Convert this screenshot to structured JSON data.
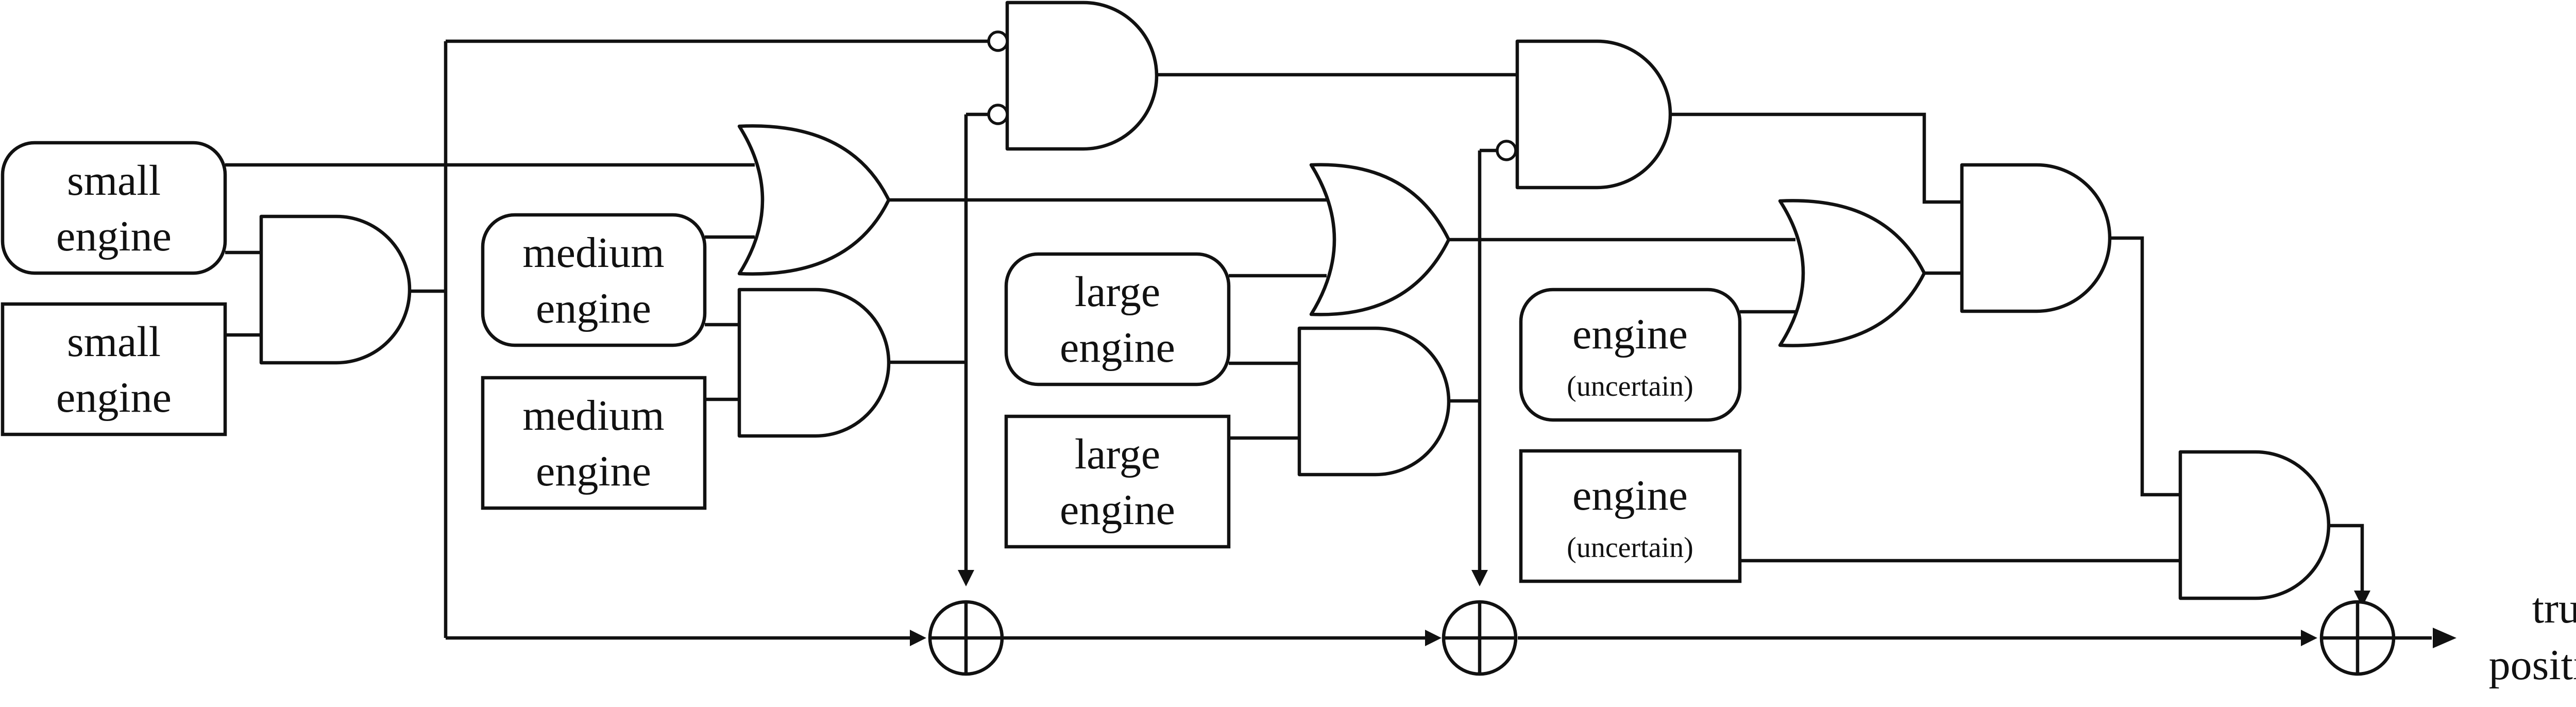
{
  "boxes": {
    "b1": {
      "line1": "small",
      "line2": "engine"
    },
    "b2": {
      "line1": "small",
      "line2": "engine"
    },
    "b3": {
      "line1": "medium",
      "line2": "engine"
    },
    "b4": {
      "line1": "medium",
      "line2": "engine"
    },
    "b5": {
      "line1": "large",
      "line2": "engine"
    },
    "b6": {
      "line1": "large",
      "line2": "engine"
    },
    "b7": {
      "line1": "engine",
      "line2": "(uncertain)"
    },
    "b8": {
      "line1": "engine",
      "line2": "(uncertain)"
    }
  },
  "output": {
    "line1": "true",
    "line2": "positives"
  }
}
